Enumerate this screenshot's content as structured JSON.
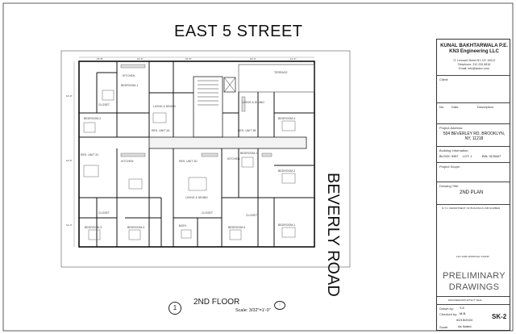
{
  "plan": {
    "street_top": "EAST 5 STREET",
    "street_side": "BEVERLY ROAD",
    "terrace_label": "TERRACE",
    "rooms": [
      "BEDROOM-1",
      "KITCHEN",
      "LIVING & DINING",
      "BEDROOM-2",
      "BEDROOM-3",
      "LIVING & DINING",
      "KITCHEN",
      "BEDROOM-1",
      "BEDROOM-2",
      "BEDROOM-3",
      "BEDROOM-4",
      "BEDROOM-5",
      "KITCHEN",
      "LIVING & DINING",
      "BEDROOM-1",
      "BATH",
      "CLOSET",
      "CLOSET",
      "CLOSET",
      "CLOSET"
    ],
    "unit_labels": [
      "RES. UNIT 2A",
      "RES. UNIT 2B",
      "RES. UNIT 2C",
      "RES. UNIT 2D"
    ]
  },
  "caption": {
    "number": "1",
    "title": "2ND FLOOR",
    "scale": "Scale: 3/32\"=1'-0\""
  },
  "title_block": {
    "firm_name": "KUNAL BAKHTARWALA P.E.",
    "firm_sub": "KN3 Engineering LLC",
    "address": "71 Leonard Street NY, NY 10013",
    "telephone": "Telephone: 312 226 6816",
    "email": "Email: info@skdnc.com",
    "client_label": "Client:",
    "rev_headers": [
      "No.",
      "Date",
      "Description"
    ],
    "project_address_label": "Project Address:",
    "project_address": "504 BEVERLEY RD, BROOKLYN, NY, 11218",
    "building_info_label": "Building Information:",
    "block": "BLOCK: 5357",
    "lot": "LOT: 1",
    "bin": "BIN: 3125447",
    "project_scope_label": "Project Scope:",
    "drawing_title_label": "Drawing Title:",
    "drawing_title": "2ND PLAN",
    "dob_label": "N.Y.C. DEPARTMENT OF BUILDINGS JOB NUMBER",
    "stamp_label": "FFC DOB APPROVAL STAMP",
    "prelim": "PRELIMINARY DRAWINGS",
    "seal_label": "ENGINEER/ARCHITECT SEAL",
    "drawn_by_label": "Drawn by:",
    "drawn_by": "Y.Z.",
    "checked_by_label": "Checked by:",
    "checked_by": "M.B.",
    "date": "02/15/2024",
    "scale_label": "Scale:",
    "scale": "As Noted",
    "sheet": "SK-2"
  }
}
